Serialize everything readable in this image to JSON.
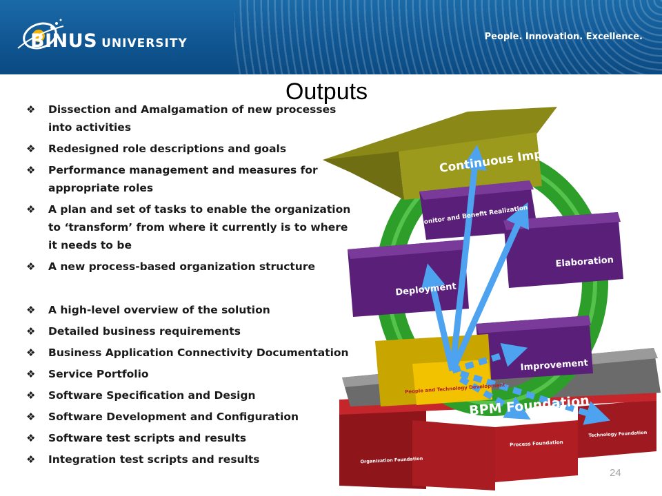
{
  "header": {
    "logo_text": "BINUS",
    "logo_subtext": "UNIVERSITY",
    "tagline": "People. Innovation. Excellence."
  },
  "slide": {
    "title": "Outputs",
    "page_number": "24",
    "bullets": [
      "Dissection and Amalgamation of new processes into activities",
      "Redesigned role descriptions and goals",
      "Performance management and measures for appropriate roles",
      "A plan and set of tasks to enable the organization to ‘transform’ from where it currently is to where it needs to be",
      "A new process-based organization structure",
      "A high-level overview of the solution",
      "Detailed business requirements",
      "Business Application Connectivity Documentation",
      "Service Portfolio",
      "Software Specification and Design",
      "Software Development and Configuration",
      "Software test scripts and results",
      "Integration test scripts and results"
    ]
  },
  "diagram": {
    "roof": "Continuous Improvement",
    "monitor": "Monitor and Benefit Realization",
    "elaboration": "Elaboration",
    "deployment": "Deployment",
    "improvement": "Improvement",
    "people": "People and Technology Development",
    "foundation": "BPM Foundation",
    "org_foundation": "Organization Foundation",
    "process_foundation": "Process Foundation",
    "tech_foundation": "Technology Foundation",
    "colors": {
      "purple": "#5a1f78",
      "green": "#2e9e2a",
      "olive": "#9c9a1c",
      "red": "#b01e24",
      "gold": "#f2c200",
      "arrow": "#4da3ef"
    }
  }
}
